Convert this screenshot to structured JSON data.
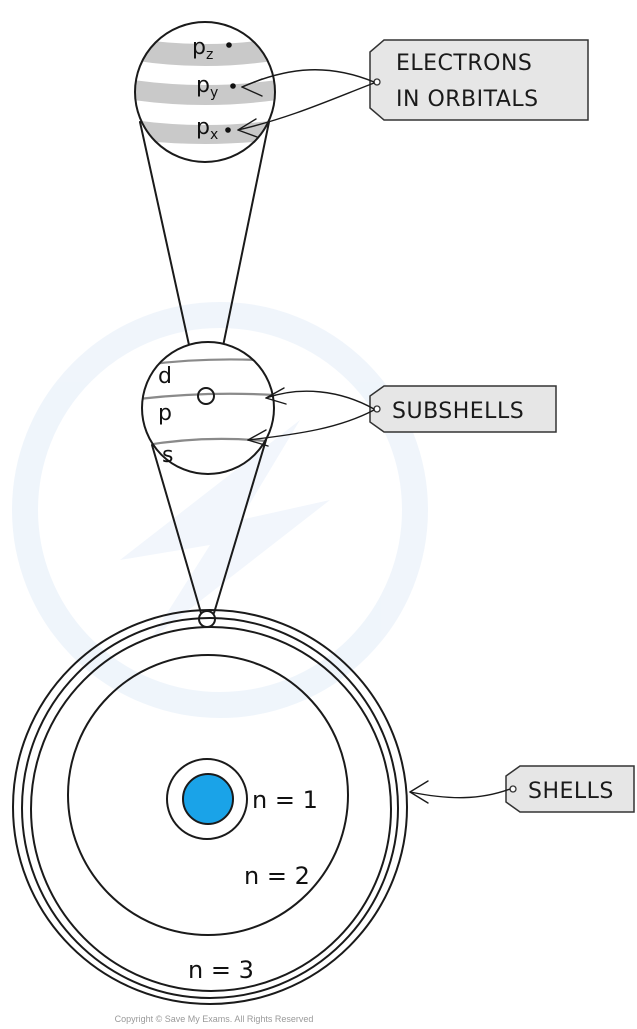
{
  "orbitals_detail": {
    "labels": [
      {
        "main": "p",
        "sub": "z"
      },
      {
        "main": "p",
        "sub": "y"
      },
      {
        "main": "p",
        "sub": "x"
      }
    ]
  },
  "subshells_detail": {
    "labels": [
      "d",
      "p",
      "s"
    ]
  },
  "atom": {
    "shell_labels": [
      "n = 1",
      "n = 2",
      "n = 3"
    ],
    "nucleus_color": "#1aa3e8"
  },
  "callouts": {
    "electrons_in_orbitals": [
      "ELECTRONS",
      "IN  ORBITALS"
    ],
    "subshells": "SUBSHELLS",
    "shells": "SHELLS"
  },
  "colors": {
    "band_gray": "#c9c9c9",
    "tag_fill": "#e6e6e6",
    "watermark": "#eef4fb"
  },
  "footer": {
    "copyright": "Copyright © Save My Exams. All Rights Reserved"
  }
}
